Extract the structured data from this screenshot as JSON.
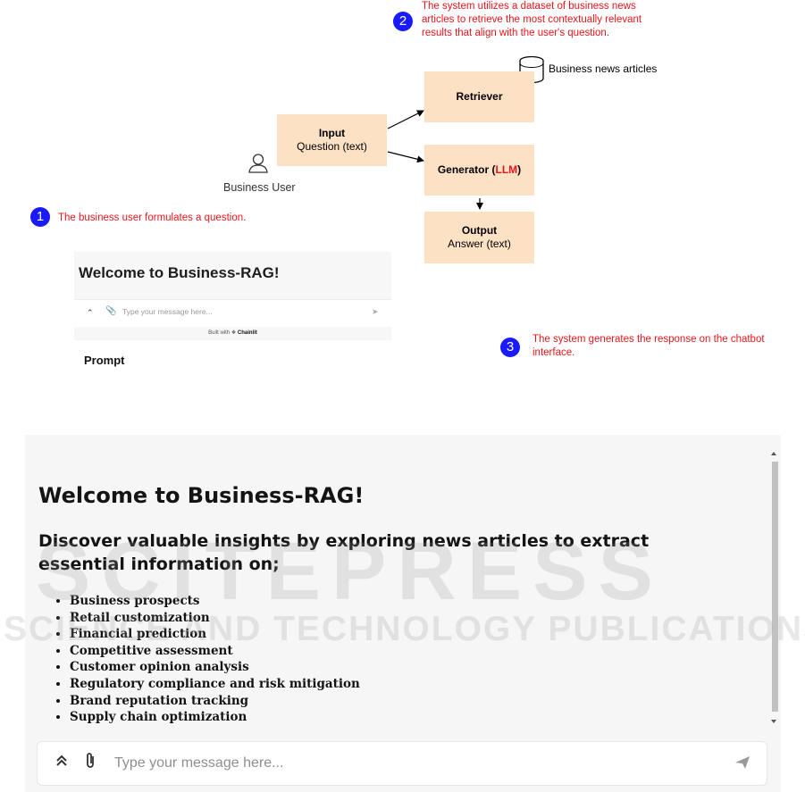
{
  "annotations": {
    "step1": {
      "num": "1",
      "text": "The business user formulates a question."
    },
    "step2": {
      "num": "2",
      "line1": "The system utilizes a dataset of business news",
      "line2": "articles to retrieve the most contextually relevant",
      "line3": "results that align with the user's question."
    },
    "step3": {
      "num": "3",
      "line1": "The system generates the response on the chatbot",
      "line2": "interface."
    }
  },
  "diagram": {
    "user_label": "Business User",
    "input": {
      "title": "Input",
      "sub": "Question (text)"
    },
    "retriever": {
      "title": "Retriever"
    },
    "generator": {
      "title_prefix": "Generator (",
      "llm": "LLM",
      "title_suffix": ")"
    },
    "output": {
      "title": "Output",
      "sub": "Answer (text)"
    },
    "db_label": "Business news articles",
    "prompt_label": "Prompt"
  },
  "mini_chat": {
    "title": "Welcome to Business-RAG!",
    "placeholder": "Type your message here...",
    "built_with": "Built with",
    "brand": "Chainlit"
  },
  "chat": {
    "title": "Welcome to Business-RAG!",
    "subtitle": "Discover valuable insights by exploring news articles to extract essential information on;",
    "items": [
      "Business prospects",
      "Retail customization",
      "Financial prediction",
      "Competitive assessment",
      "Customer opinion analysis",
      "Regulatory compliance and risk mitigation",
      "Brand reputation tracking",
      "Supply chain optimization"
    ],
    "placeholder": "Type your message here..."
  },
  "watermark": {
    "line1": "SCITEPRESS",
    "line2": "SCIENCE AND TECHNOLOGY PUBLICATIONS"
  },
  "colors": {
    "accent_red": "#e8151b",
    "badge_blue": "#1a1aff",
    "box_fill": "#fde1c5"
  }
}
